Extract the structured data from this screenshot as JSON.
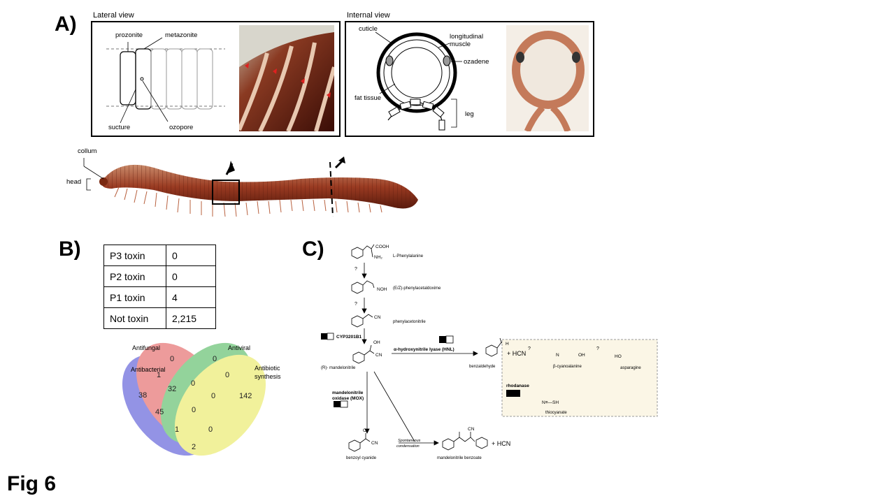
{
  "panels": {
    "a": "A)",
    "b": "B)",
    "c": "C)"
  },
  "figure_label": "Fig 6",
  "lateral": {
    "title": "Lateral view",
    "labels": {
      "prozonite": "prozonite",
      "metazonite": "metazonite",
      "sucture": "sucture",
      "ozopore": "ozopore"
    }
  },
  "internal": {
    "title": "Internal view",
    "labels": {
      "cuticle": "cuticle",
      "longitudinal": "longitudinal",
      "muscle": "muscle",
      "ozadene": "ozadene",
      "fat_tissue": "fat tissue",
      "leg": "leg"
    }
  },
  "body_labels": {
    "collum": "collum",
    "head": "head"
  },
  "toxin_table": [
    {
      "label": "P3 toxin",
      "value": "0"
    },
    {
      "label": "P2 toxin",
      "value": "0"
    },
    {
      "label": "P1 toxin",
      "value": "4"
    },
    {
      "label": "Not toxin",
      "value": "2,215"
    }
  ],
  "venn": {
    "sets": [
      "Antibacterial",
      "Antifungal",
      "Antiviral",
      "Antibiotic",
      "synthesis"
    ],
    "colors": {
      "antibacterial": "#3b3bd0",
      "antifungal": "#e04b4b",
      "antiviral": "#3bb04b",
      "antibiotic": "#e6e64b"
    },
    "counts": [
      "0",
      "0",
      "1",
      "32",
      "0",
      "38",
      "0",
      "142",
      "45",
      "0",
      "0",
      "1",
      "0",
      "2"
    ]
  },
  "pathway": {
    "compounds": {
      "phe": "L-Phenylalanine",
      "oxime": "(E/Z)-phenylacetaldoxime",
      "nitrile": "phenylacetonitrile",
      "mandelo": "(R)- mandelonitrile",
      "benzald": "benzaldehyde",
      "cyanoala": "β-cyanoalanine",
      "asparagine": "asparagine",
      "thiocyanate": "thiocyanate",
      "benzoyl": "benzoyl cyanide",
      "mandbenz": "mandelonitrile benzoate"
    },
    "enzymes": {
      "cyp": "CYP3201B1",
      "hnl": "α-hydroxynitrile lyase (HNL)",
      "mox1": "mandelonitrile",
      "mox2": "oxidase (MOX)",
      "rhodanase": "rhodanase"
    },
    "misc": {
      "q": "?",
      "hcn": "+ HCN",
      "hcn2": "+ HCN",
      "spont1": "Spontaneous",
      "spont2": "condensation",
      "cooh": "COOH",
      "nh2": "NH₂",
      "noh": "NOH",
      "cn": "CN",
      "oh": "OH",
      "h": "H",
      "o": "O",
      "n": "N",
      "ho": "HO",
      "sh": "N≡—SH"
    }
  }
}
